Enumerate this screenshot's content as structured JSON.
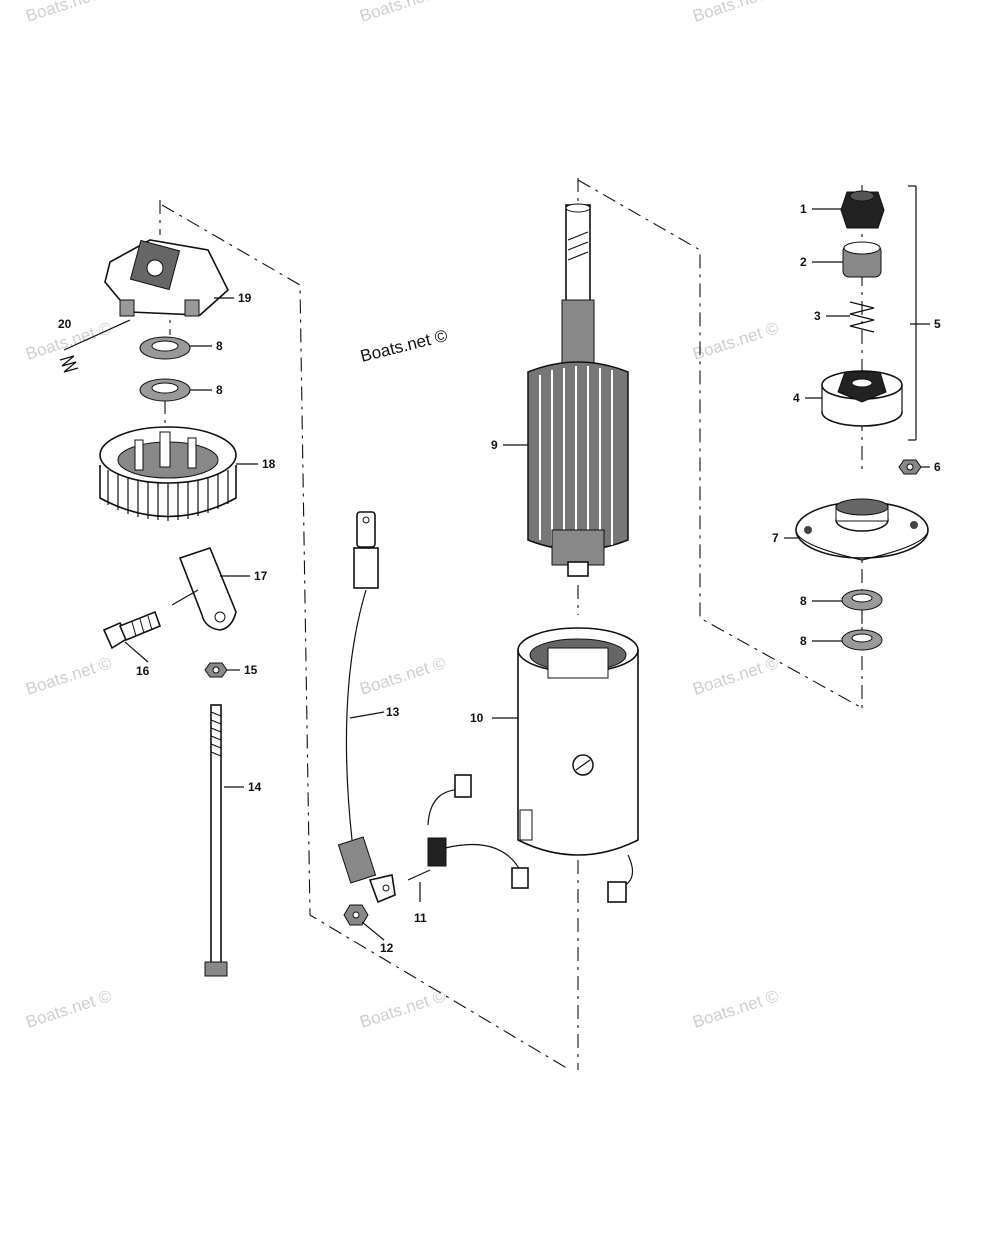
{
  "watermarks": {
    "main": "Boats.net ©",
    "faint": "Boats.net ©"
  },
  "callouts": {
    "c1": "1",
    "c2": "2",
    "c3": "3",
    "c4": "4",
    "c5": "5",
    "c6": "6",
    "c7": "7",
    "c8a": "8",
    "c8b": "8",
    "c8c": "8",
    "c8d": "8",
    "c9": "9",
    "c10": "10",
    "c11": "11",
    "c12": "12",
    "c13": "13",
    "c14": "14",
    "c15": "15",
    "c16": "16",
    "c17": "17",
    "c18": "18",
    "c19": "19",
    "c20": "20"
  }
}
